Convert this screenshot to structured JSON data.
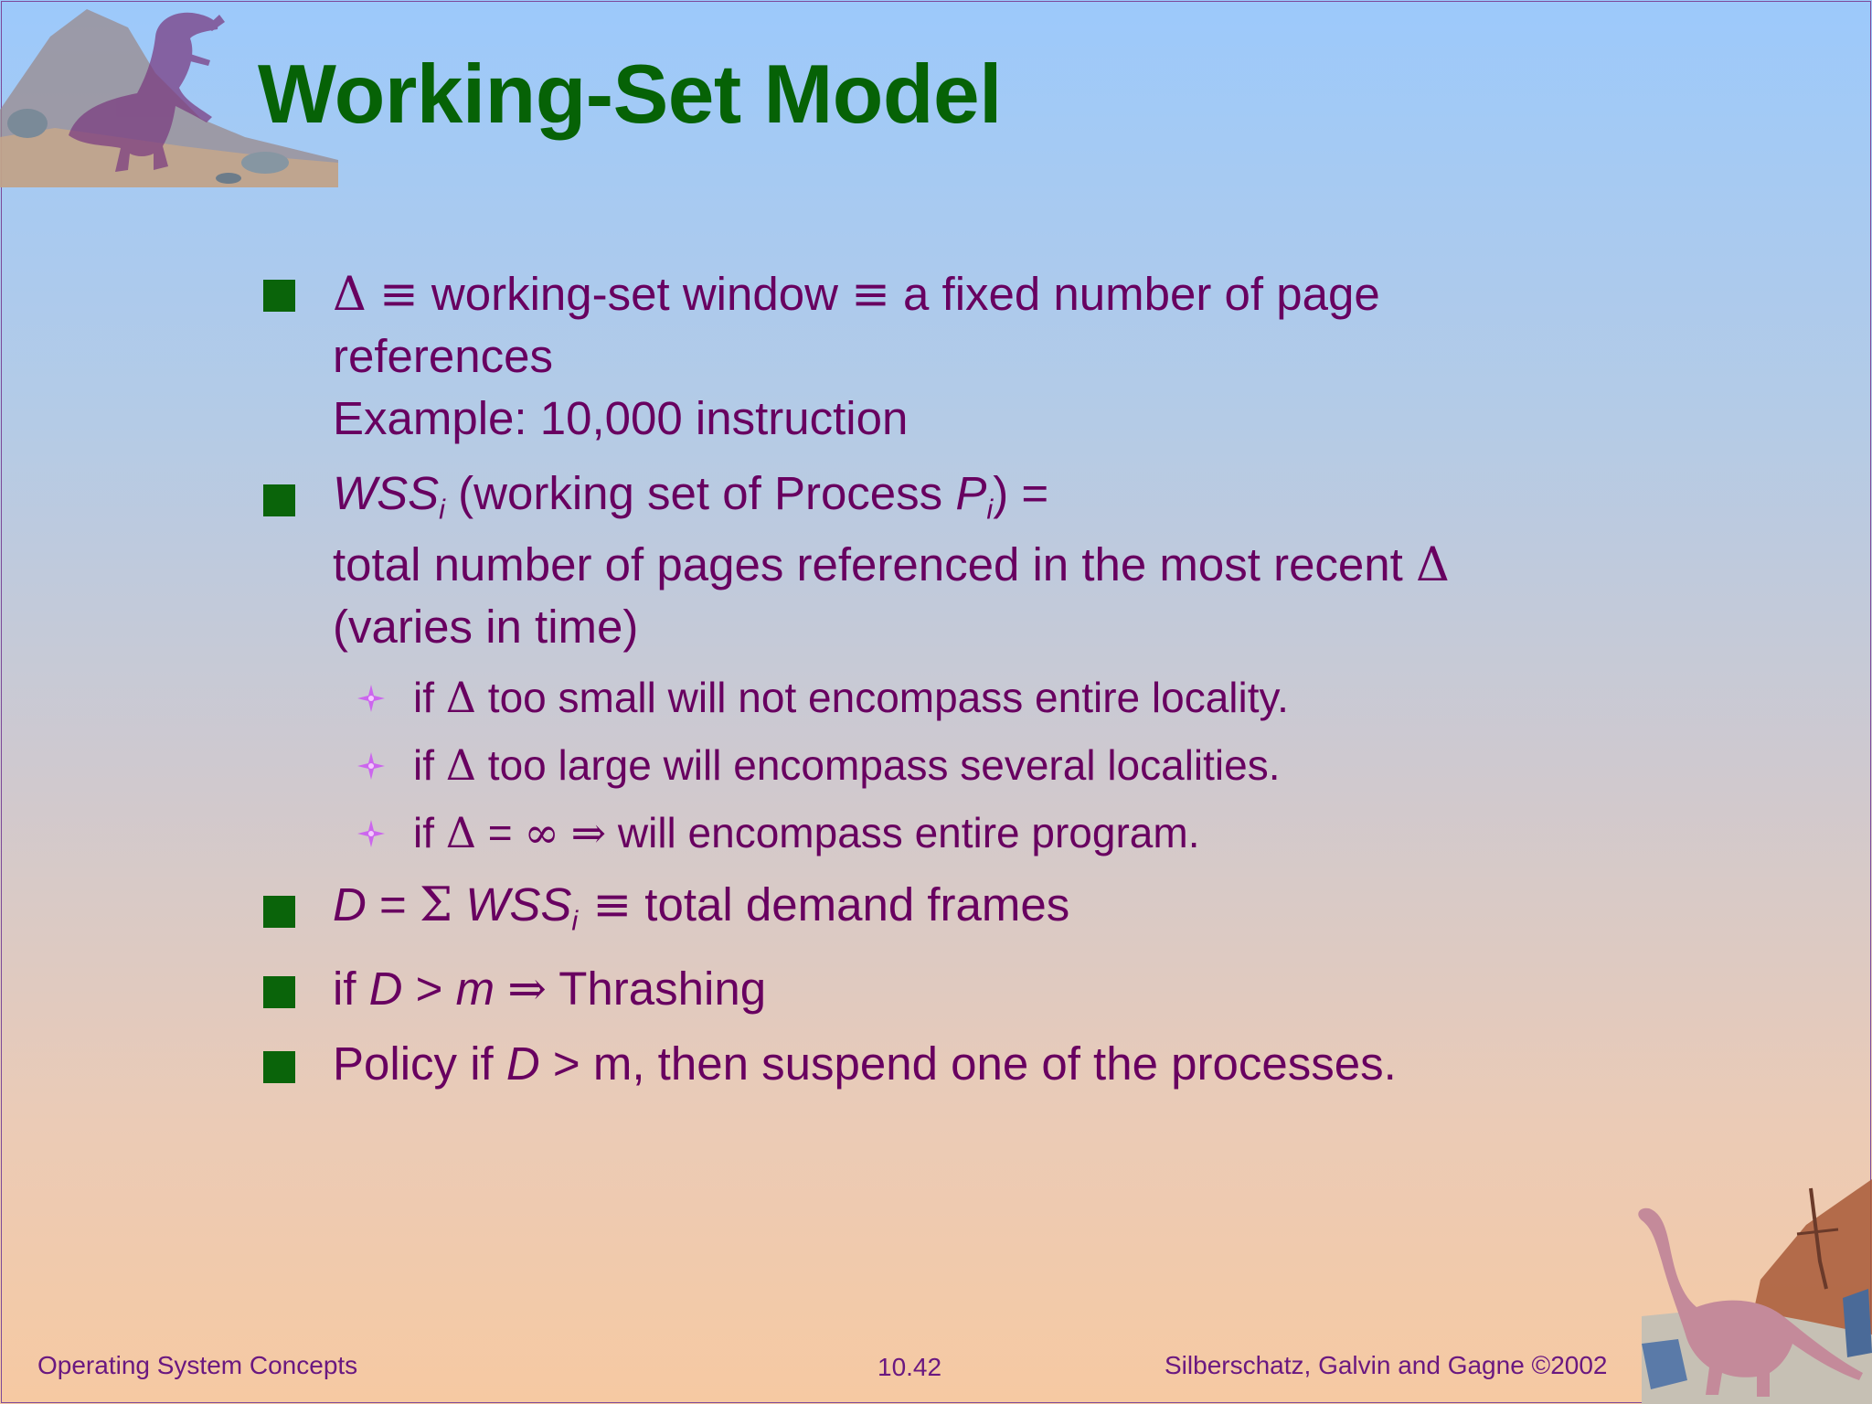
{
  "slide": {
    "title": "Working-Set Model",
    "bullets": {
      "b1": {
        "delta": "Δ",
        "equiv1": "≡",
        "text1": " working-set window ",
        "equiv2": "≡",
        "text2": " a fixed number of page",
        "line2": "references",
        "line3": "Example:  10,000 instruction"
      },
      "b2": {
        "wss": "WSS",
        "sub_i": "i",
        "text1": " (working set of Process ",
        "p": "P",
        "sub_i2": "i",
        "text2": ") =",
        "line2_text": "total number of pages referenced in the most recent ",
        "line2_delta": "Δ",
        "line3": "(varies in time)"
      },
      "sub1": {
        "if": "if ",
        "delta": "Δ",
        "text": " too small will not encompass entire locality."
      },
      "sub2": {
        "if": "if ",
        "delta": "Δ",
        "text": " too large will encompass several localities."
      },
      "sub3": {
        "if": "if ",
        "delta": "Δ",
        "eq": " = ",
        "inf": "∞",
        "sp": " ",
        "arrow": "⇒",
        "text": " will encompass entire program."
      },
      "b3": {
        "d": "D",
        "eq": " = ",
        "sigma": "Σ",
        "sp": " ",
        "wss": "WSS",
        "sub_i": "i",
        "equiv": " ≡",
        "text": " total demand frames"
      },
      "b4": {
        "if": "if ",
        "d": "D",
        "gt": " > ",
        "m": "m",
        "sp": " ",
        "arrow": "⇒",
        "text": " Thrashing"
      },
      "b5": {
        "text1": "Policy if ",
        "d": "D",
        "text2": " > m, then suspend one of the processes."
      }
    }
  },
  "footer": {
    "left": "Operating System Concepts",
    "center": "10.42",
    "right": "Silberschatz, Galvin and  Gagne ©2002"
  },
  "colors": {
    "title": "#066206",
    "text": "#680060",
    "bullet_square": "#0a640a",
    "bullet_diamond": "#cc66ee"
  },
  "icons": {
    "top_left": "t-rex-illustration",
    "bottom_right": "brontosaurus-illustration",
    "bullet": "square-bullet-icon",
    "sub_bullet": "diamond-star-bullet-icon"
  }
}
